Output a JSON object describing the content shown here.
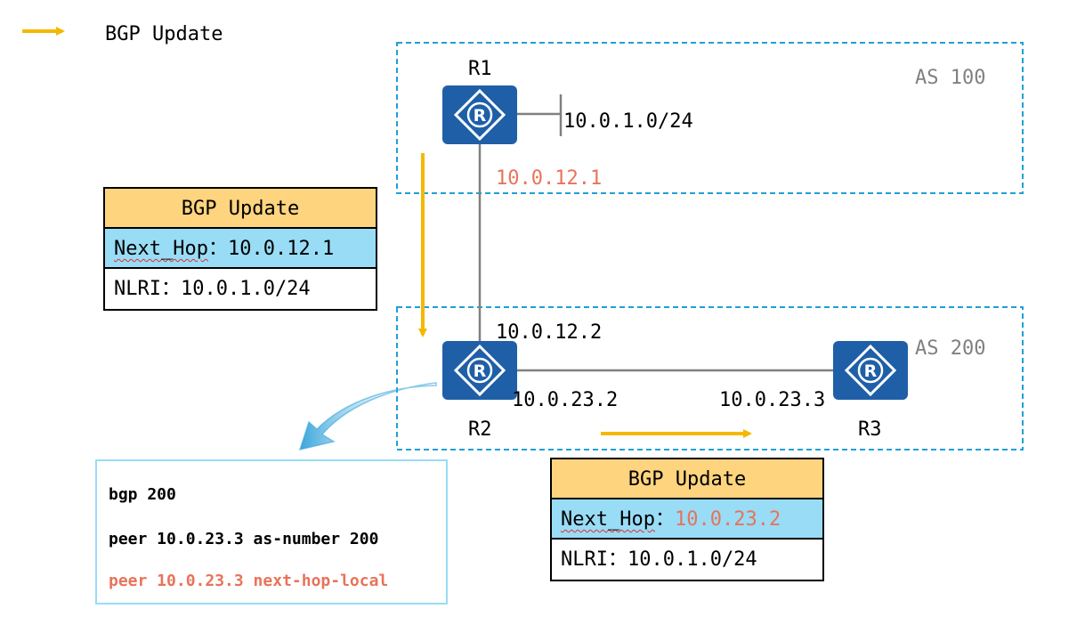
{
  "legend": {
    "label": "BGP Update",
    "arrow_color": "#f5b800"
  },
  "areas": [
    {
      "name": "AS 100",
      "border_color": "#1ea0d8"
    },
    {
      "name": "AS 200",
      "border_color": "#1ea0d8"
    }
  ],
  "routers": [
    {
      "name": "R1"
    },
    {
      "name": "R2"
    },
    {
      "name": "R3"
    }
  ],
  "labels": {
    "network": "10.0.1.0/24",
    "r1_ip": "10.0.12.1",
    "r2_ip_up": "10.0.12.2",
    "r2_ip_right": "10.0.23.2",
    "r3_ip": "10.0.23.3"
  },
  "update_box_1": {
    "title": "BGP Update",
    "next_hop_label": "Next_Hop",
    "next_hop_sep": "：",
    "next_hop_value": "10.0.12.1",
    "nlri": "NLRI：10.0.1.0/24"
  },
  "update_box_2": {
    "title": "BGP Update",
    "next_hop_label": "Next_Hop",
    "next_hop_sep": "：",
    "next_hop_value": "10.0.23.2",
    "nlri": "NLRI：10.0.1.0/24"
  },
  "config": {
    "lines": [
      "bgp 200",
      "peer 10.0.23.3 as-number 200",
      "peer 10.0.23.3 next-hop-local"
    ]
  },
  "colors": {
    "router_fill": "#1f5fa8",
    "link": "#808080",
    "highlight_text": "#e8735a",
    "header_fill": "#ffd47f",
    "nexthop_fill": "#99dcf6"
  }
}
